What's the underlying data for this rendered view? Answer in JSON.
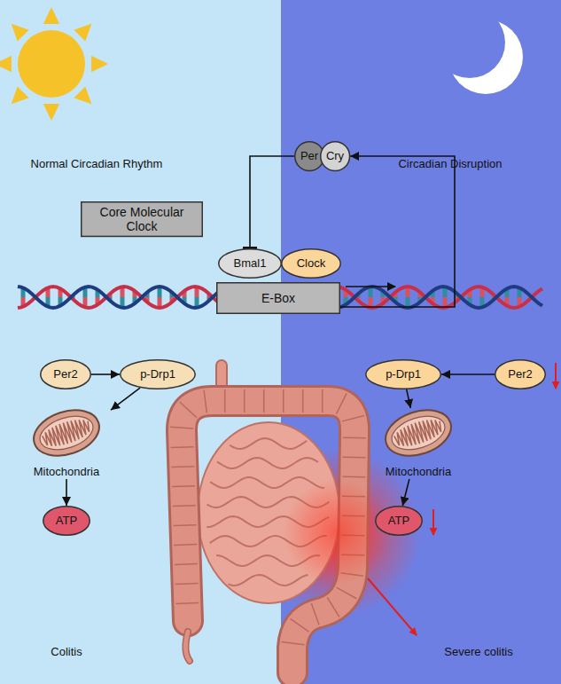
{
  "diagram": {
    "nodes": [
      {
        "text": [
          "Per"
        ]
      },
      {
        "text": [
          "Cry"
        ]
      },
      {
        "text": [
          "Core Molecular Clock"
        ]
      },
      {
        "text": [
          "Bmal1"
        ]
      },
      {
        "text": [
          "Clock"
        ]
      },
      {
        "text": [
          "E-Box"
        ]
      },
      {
        "text": [
          "Per2"
        ]
      },
      {
        "text": [
          "p-Drp1"
        ]
      },
      {
        "text": [
          "p-Drp1"
        ]
      },
      {
        "text": [
          "Per2"
        ]
      },
      {
        "text": [
          "Mitochondria"
        ]
      },
      {
        "text": [
          "Mitochondria"
        ]
      },
      {
        "text": [
          "ATP"
        ]
      },
      {
        "text": [
          "ATP"
        ]
      }
    ],
    "edges": [
      {
        "from": 0,
        "to": 3,
        "arrow": "to"
      },
      {
        "from": 5,
        "to": 1,
        "arrow": "to"
      },
      {
        "from": 6,
        "to": 7,
        "arrow": "to"
      },
      {
        "from": 9,
        "to": 8,
        "arrow": "to"
      },
      {
        "from": 7,
        "to": 10,
        "arrow": "to"
      },
      {
        "from": 8,
        "to": 11,
        "arrow": "to"
      },
      {
        "from": 10,
        "to": 12,
        "arrow": "to"
      },
      {
        "from": 11,
        "to": 13,
        "arrow": "to"
      }
    ],
    "labels": [
      "Normal Circadian Rhythm",
      "Circadian Disruption",
      "Colitis",
      "Severe colitis"
    ]
  }
}
